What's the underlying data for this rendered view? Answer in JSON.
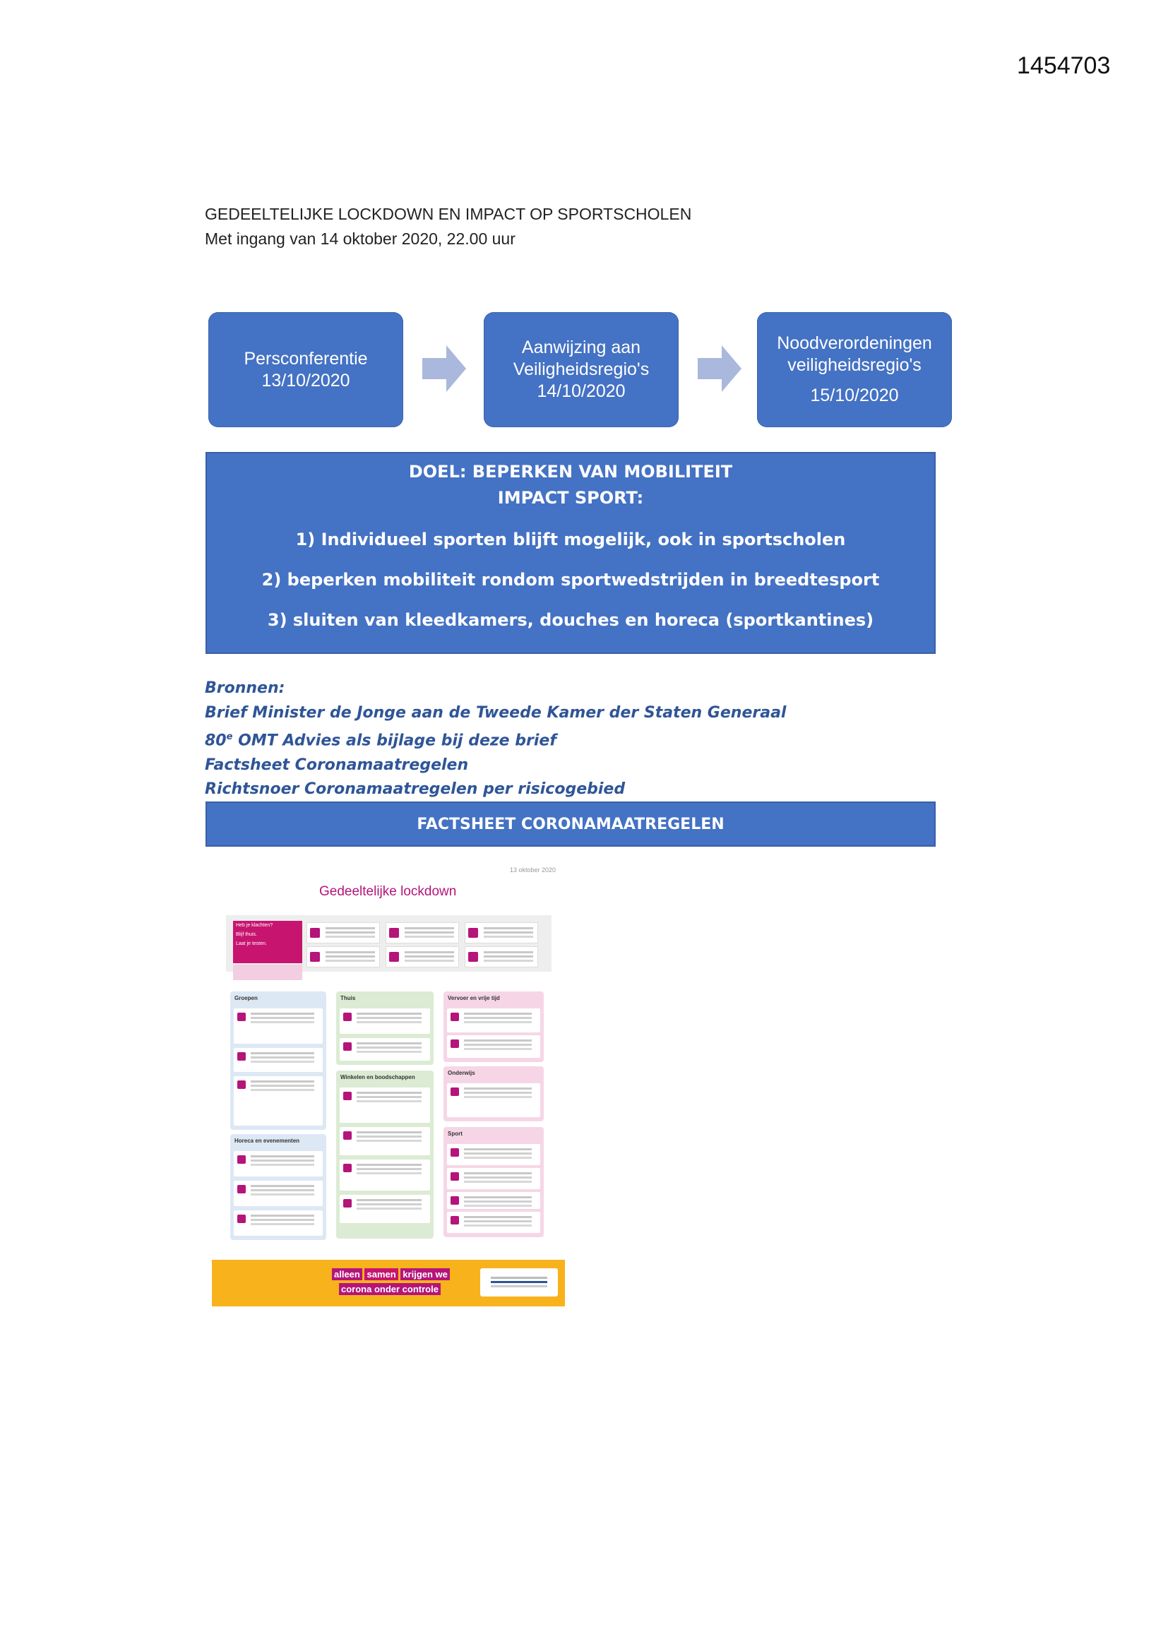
{
  "document_id": "1454703",
  "header": {
    "title": "GEDEELTELIJKE LOCKDOWN EN IMPACT OP SPORTSCHOLEN",
    "subtitle": "Met ingang van 14 oktober 2020, 22.00 uur"
  },
  "flow": [
    {
      "lines": [
        "Persconferentie",
        "13/10/2020"
      ]
    },
    {
      "lines": [
        "Aanwijzing aan",
        "Veiligheidsregio's",
        "14/10/2020"
      ]
    },
    {
      "lines": [
        "Noodverordeningen",
        "veiligheidsregio's",
        "15/10/2020"
      ]
    }
  ],
  "goal": {
    "heading_1": "DOEL: BEPERKEN VAN MOBILITEIT",
    "heading_2": "IMPACT SPORT:",
    "points": [
      "1) Individueel sporten blijft mogelijk, ook in sportscholen",
      "2) beperken mobiliteit rondom sportwedstrijden in breedtesport",
      "3) sluiten van kleedkamers, douches en horeca (sportkantines)"
    ]
  },
  "sources": {
    "label": "Bronnen:",
    "item_1": "Brief Minister de Jonge aan de Tweede Kamer der Staten Generaal",
    "item_2_number": "80",
    "item_2_sup": "e",
    "item_2_rest": " OMT Advies als bijlage bij deze brief",
    "item_3": "Factsheet Coronamaatregelen",
    "item_4": "Richtsnoer Coronamaatregelen per risicogebied"
  },
  "factsheet_bar": "FACTSHEET CORONAMAATREGELEN",
  "factsheet": {
    "date": "13 oktober 2020",
    "title": "Gedeeltelijke lockdown",
    "panel_title": "Heb je klachten?",
    "panel_item_1": "Blijf thuis.",
    "panel_item_2": "Laat je testen.",
    "columns": {
      "groepen": "Groepen",
      "thuis": "Thuis",
      "vervoer": "Vervoer en vrije tijd",
      "winkelen": "Winkelen en boodschappen",
      "onderwijs": "Onderwijs",
      "horeca": "Horeca en evenementen",
      "sport": "Sport"
    },
    "slogan": {
      "w1": "alleen",
      "w2": "samen",
      "w3": "krijgen we",
      "w4": "corona onder controle"
    }
  },
  "colors": {
    "primary_blue": "#4472c4",
    "source_blue": "#2f5597",
    "factsheet_magenta": "#b5147a",
    "factsheet_yellow": "#f7b21c"
  }
}
